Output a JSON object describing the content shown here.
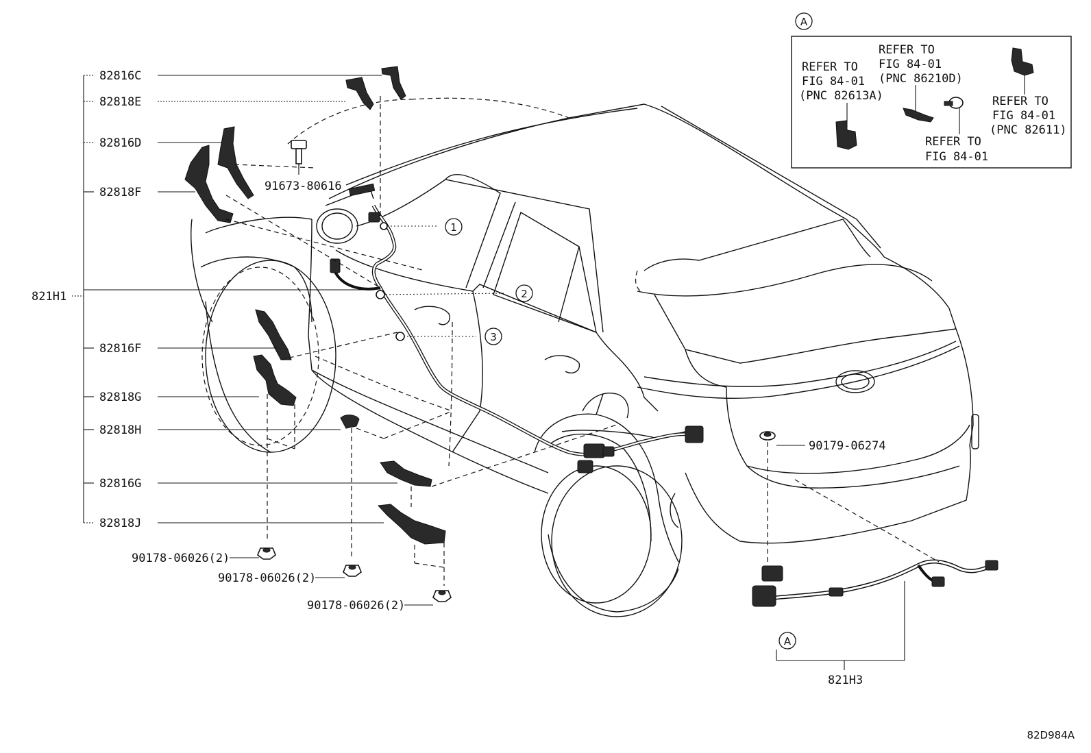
{
  "callouts": {
    "c82816C": "82816C",
    "c82818E": "82818E",
    "c82816D": "82816D",
    "c82818F": "82818F",
    "c821H1": "821H1",
    "c82816F": "82816F",
    "c82818G": "82818G",
    "c82818H": "82818H",
    "c82816G": "82816G",
    "c82818J": "82818J",
    "bolt": "91673-80616",
    "clip": "90179-06274",
    "nut1": "90178-06026(2)",
    "nut2": "90178-06026(2)",
    "nut3": "90178-06026(2)",
    "harness_rear": "821H3"
  },
  "markers": {
    "m1": "1",
    "m2": "2",
    "m3": "3",
    "detailA": "A",
    "detailA_bottom": "A"
  },
  "inset": {
    "ref1": [
      "REFER TO",
      "FIG 84-01",
      "(PNC 82613A)"
    ],
    "ref2": [
      "REFER TO",
      "FIG 84-01",
      "(PNC 86210D)"
    ],
    "ref3": [
      "REFER TO",
      "FIG 84-01"
    ],
    "ref4": [
      "REFER TO",
      "FIG 84-01",
      "(PNC 82611)"
    ]
  },
  "diagram_id": "82D984A"
}
